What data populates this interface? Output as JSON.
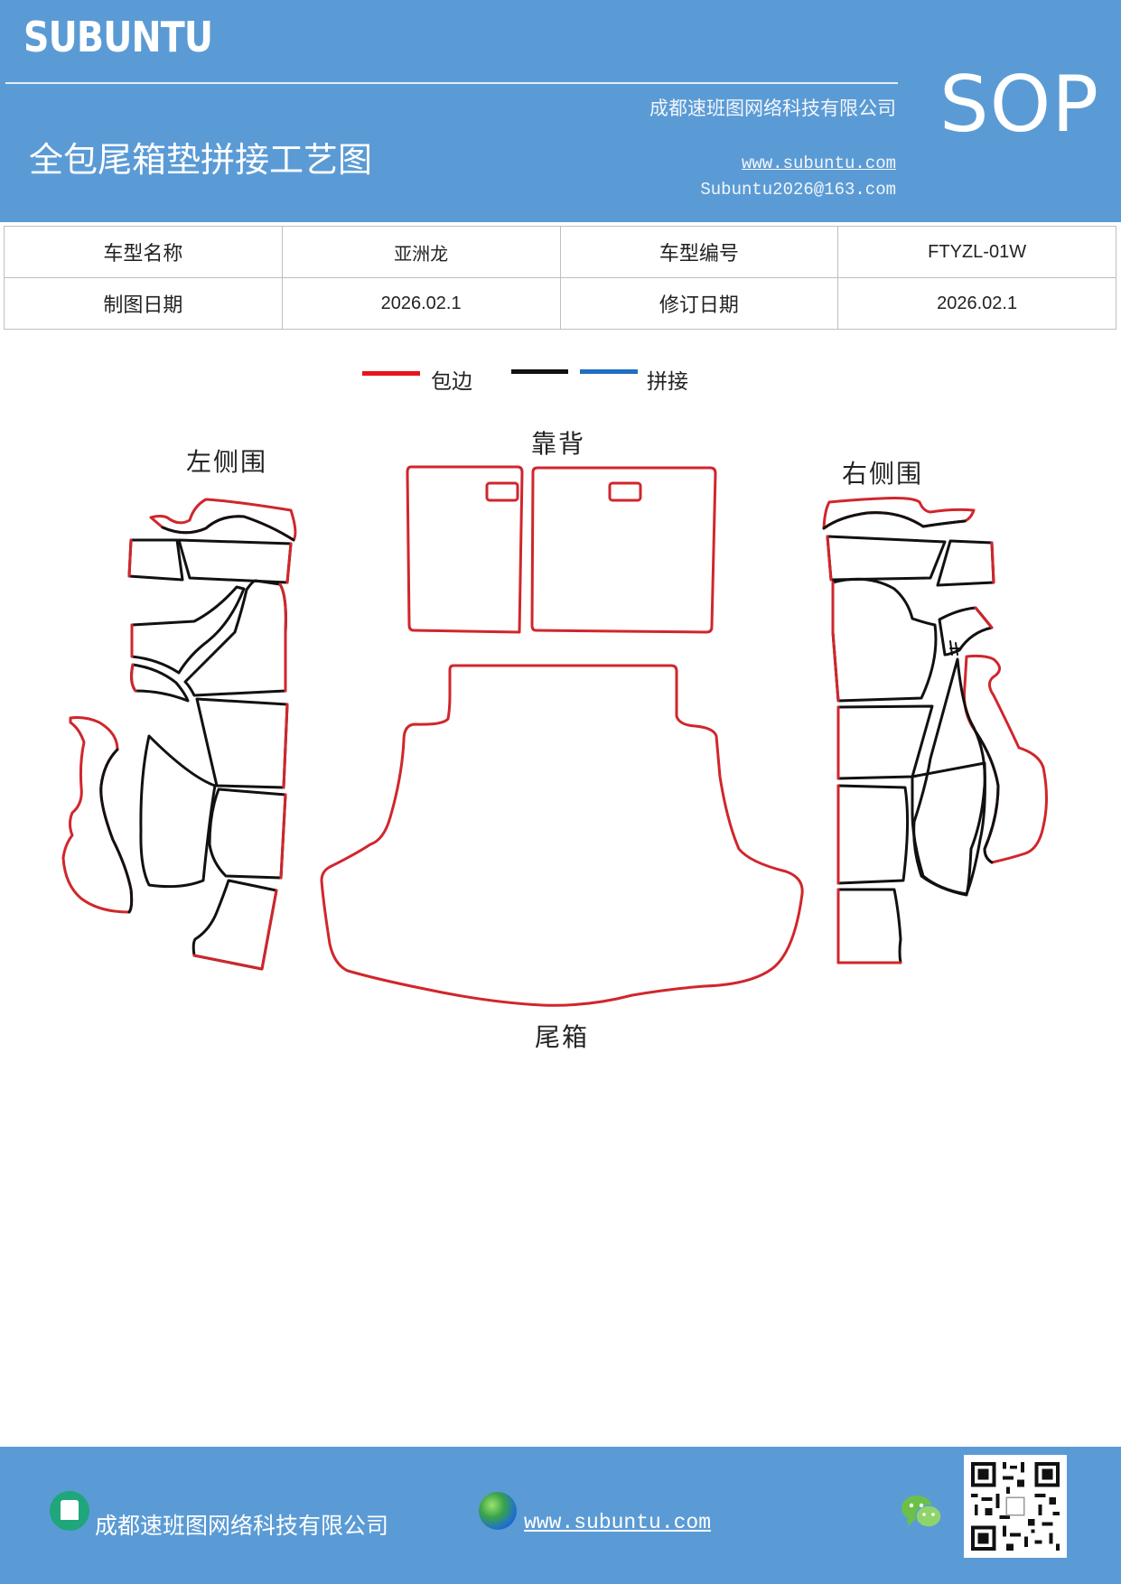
{
  "header": {
    "logo": "SUBUNTU",
    "badge": "SOP",
    "company": "成都速班图网络科技有限公司",
    "title": "全包尾箱垫拼接工艺图",
    "website": "www.subuntu.com",
    "email": "Subuntu2026@163.com"
  },
  "info_table": {
    "row1": {
      "label1": "车型名称",
      "value1": "亚洲龙",
      "label2": "车型编号",
      "value2": "FTYZL-01W"
    },
    "row2": {
      "label1": "制图日期",
      "value1": "2026.02.1",
      "label2": "修订日期",
      "value2": "2026.02.1"
    }
  },
  "legend": {
    "edge_label": "包边",
    "seam_label": "拼接",
    "colors": {
      "edge": "#e8141b",
      "black": "#111111",
      "seam": "#1f6fc1"
    }
  },
  "diagram": {
    "left_label": "左侧围",
    "back_label": "靠背",
    "right_label": "右侧围",
    "trunk_label": "尾箱"
  },
  "footer": {
    "company": "成都速班图网络科技有限公司",
    "website": "www.subuntu.com",
    "icons": [
      "building-icon",
      "globe-icon",
      "wechat-icon",
      "qr-code"
    ]
  }
}
